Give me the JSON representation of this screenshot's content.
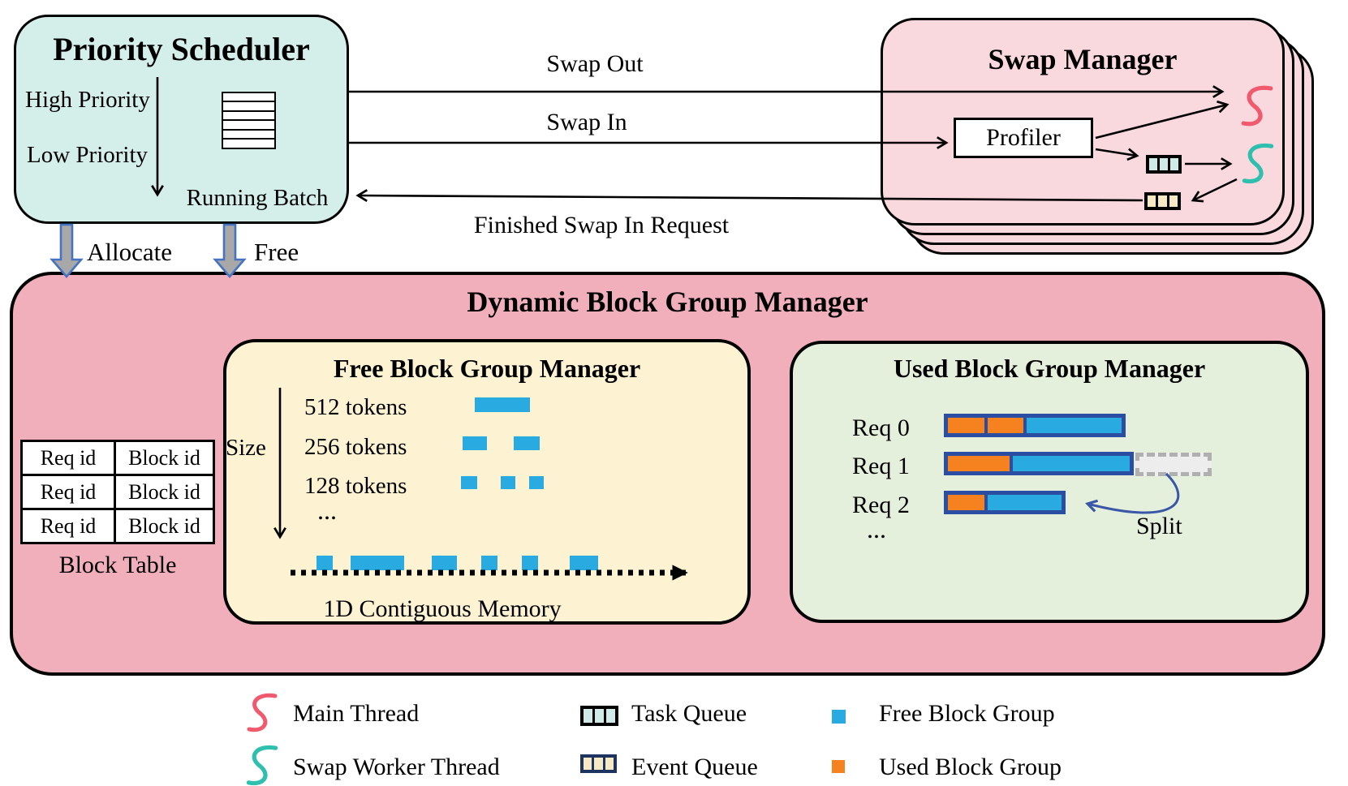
{
  "scheduler": {
    "title": "Priority Scheduler",
    "high_label": "High Priority",
    "low_label": "Low Priority",
    "running_batch_label": "Running Batch"
  },
  "edges": {
    "allocate": "Allocate",
    "free": "Free",
    "swap_out": "Swap Out",
    "swap_in": "Swap In",
    "finished": "Finished Swap In Request"
  },
  "swap_manager": {
    "title": "Swap Manager",
    "profiler_label": "Profiler"
  },
  "dynamic_manager": {
    "title": "Dynamic Block Group Manager",
    "block_table": {
      "caption": "Block Table",
      "rows": [
        {
          "req": "Req id",
          "block": "Block id"
        },
        {
          "req": "Req id",
          "block": "Block id"
        },
        {
          "req": "Req id",
          "block": "Block id"
        }
      ]
    },
    "free_manager": {
      "title": "Free Block Group Manager",
      "size_label": "Size",
      "row_512": "512 tokens",
      "row_256": "256 tokens",
      "row_128": "128 tokens",
      "ellipsis": "...",
      "memory_label": "1D Contiguous Memory"
    },
    "used_manager": {
      "title": "Used Block Group Manager",
      "req0": "Req 0",
      "req1": "Req 1",
      "req2": "Req 2",
      "ellipsis": "...",
      "split_label": "Split"
    }
  },
  "legend": {
    "main_thread": "Main Thread",
    "swap_worker_thread": "Swap Worker Thread",
    "task_queue": "Task Queue",
    "event_queue": "Event Queue",
    "free_block_group": "Free Block Group",
    "used_block_group": "Used Block Group"
  },
  "colors": {
    "free_block": "#29abe2",
    "used_block": "#f5821f",
    "main_thread": "#f05a6e",
    "swap_worker_thread": "#2fbfae",
    "task_queue_cell": "#d0eae7",
    "event_queue_cell": "#f8e9c5",
    "bar_border": "#2b4ea3",
    "scheduler_bg": "#d4eeea",
    "swap_manager_bg": "#f9d9de",
    "dynamic_bg": "#f1aebb",
    "free_manager_bg": "#fdf3d3",
    "used_manager_bg": "#e5f0dc"
  }
}
